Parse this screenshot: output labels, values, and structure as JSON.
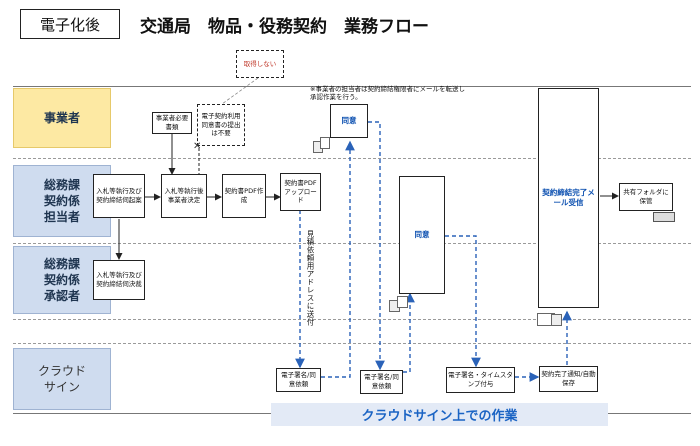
{
  "header": {
    "tag": "電子化後",
    "title": "交通局　物品・役務契約　業務フロー"
  },
  "lanes": [
    {
      "id": "vendor",
      "label": "事業者"
    },
    {
      "id": "gs-staff",
      "label": "総務課\n契約係\n担当者"
    },
    {
      "id": "gs-approver",
      "label": "総務課\n契約係\n承認者"
    },
    {
      "id": "cloud",
      "label": "クラウド\nサイン"
    }
  ],
  "boxes": {
    "no_get": "取得しない",
    "vendor_docs": "事業者必要書類",
    "not_required": "電子契約利用同意書の提出は不要",
    "agree1": "同意",
    "agree2": "同意",
    "completed": "契約締結完了メール受信",
    "start": "入札等執行及び契約締結伺起案",
    "decide": "入札等執行後事業者決定",
    "pdf": "契約書PDF作成",
    "upload": "契約書PDFアップロード",
    "folder": "共有フォルダに保管",
    "approve": "入札等執行及び契約締結伺決裁",
    "sign1": "電子署名/同意依頼",
    "sign2": "電子署名/同意依頼",
    "timestamp": "電子署名・タイムスタンプ付与",
    "notify": "契約完了通知/自動保存"
  },
  "notes": {
    "forward": "※事業者の担当者は契約締結権限者にメールを転送し承認作業を行う。",
    "send_address": "見積依頼用アドレスに送付"
  },
  "footer": {
    "cloud_label": "クラウドサイン上での作業"
  },
  "icons": {
    "cross": "✕"
  }
}
